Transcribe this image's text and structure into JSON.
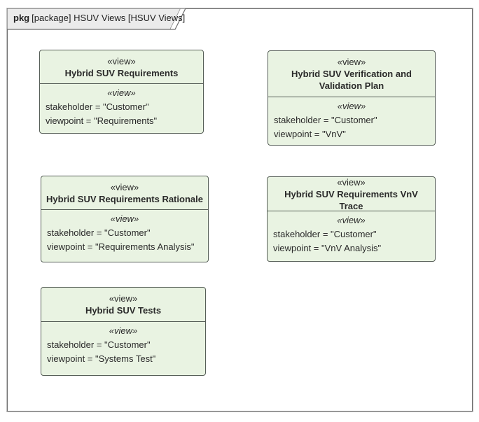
{
  "frame": {
    "tab": {
      "keyword": "pkg",
      "label": "[package] HSUV Views [HSUV Views]"
    }
  },
  "colors": {
    "box_fill": "#e9f3e2",
    "box_border": "#565e57",
    "tab_fill": "#ebebeb",
    "frame_border": "#6e6e6e"
  },
  "boxes": [
    {
      "stereotype": "«view»",
      "name": "Hybrid SUV Requirements",
      "body_stereotype": "«view»",
      "attributes": [
        "stakeholder = \"Customer\"",
        "viewpoint = \"Requirements\""
      ]
    },
    {
      "stereotype": "«view»",
      "name": "Hybrid SUV Verification and Validation Plan",
      "body_stereotype": "«view»",
      "attributes": [
        "stakeholder = \"Customer\"",
        "viewpoint = \"VnV\""
      ]
    },
    {
      "stereotype": "«view»",
      "name": "Hybrid SUV Requirements Rationale",
      "body_stereotype": "«view»",
      "attributes": [
        "stakeholder = \"Customer\"",
        "viewpoint = \"Requirements Analysis\""
      ]
    },
    {
      "stereotype": "«view»",
      "name": "Hybrid SUV Requirements VnV Trace",
      "body_stereotype": "«view»",
      "attributes": [
        "stakeholder = \"Customer\"",
        "viewpoint = \"VnV Analysis\""
      ]
    },
    {
      "stereotype": "«view»",
      "name": "Hybrid SUV Tests",
      "body_stereotype": "«view»",
      "attributes": [
        "stakeholder = \"Customer\"",
        "viewpoint = \"Systems Test\""
      ]
    }
  ]
}
